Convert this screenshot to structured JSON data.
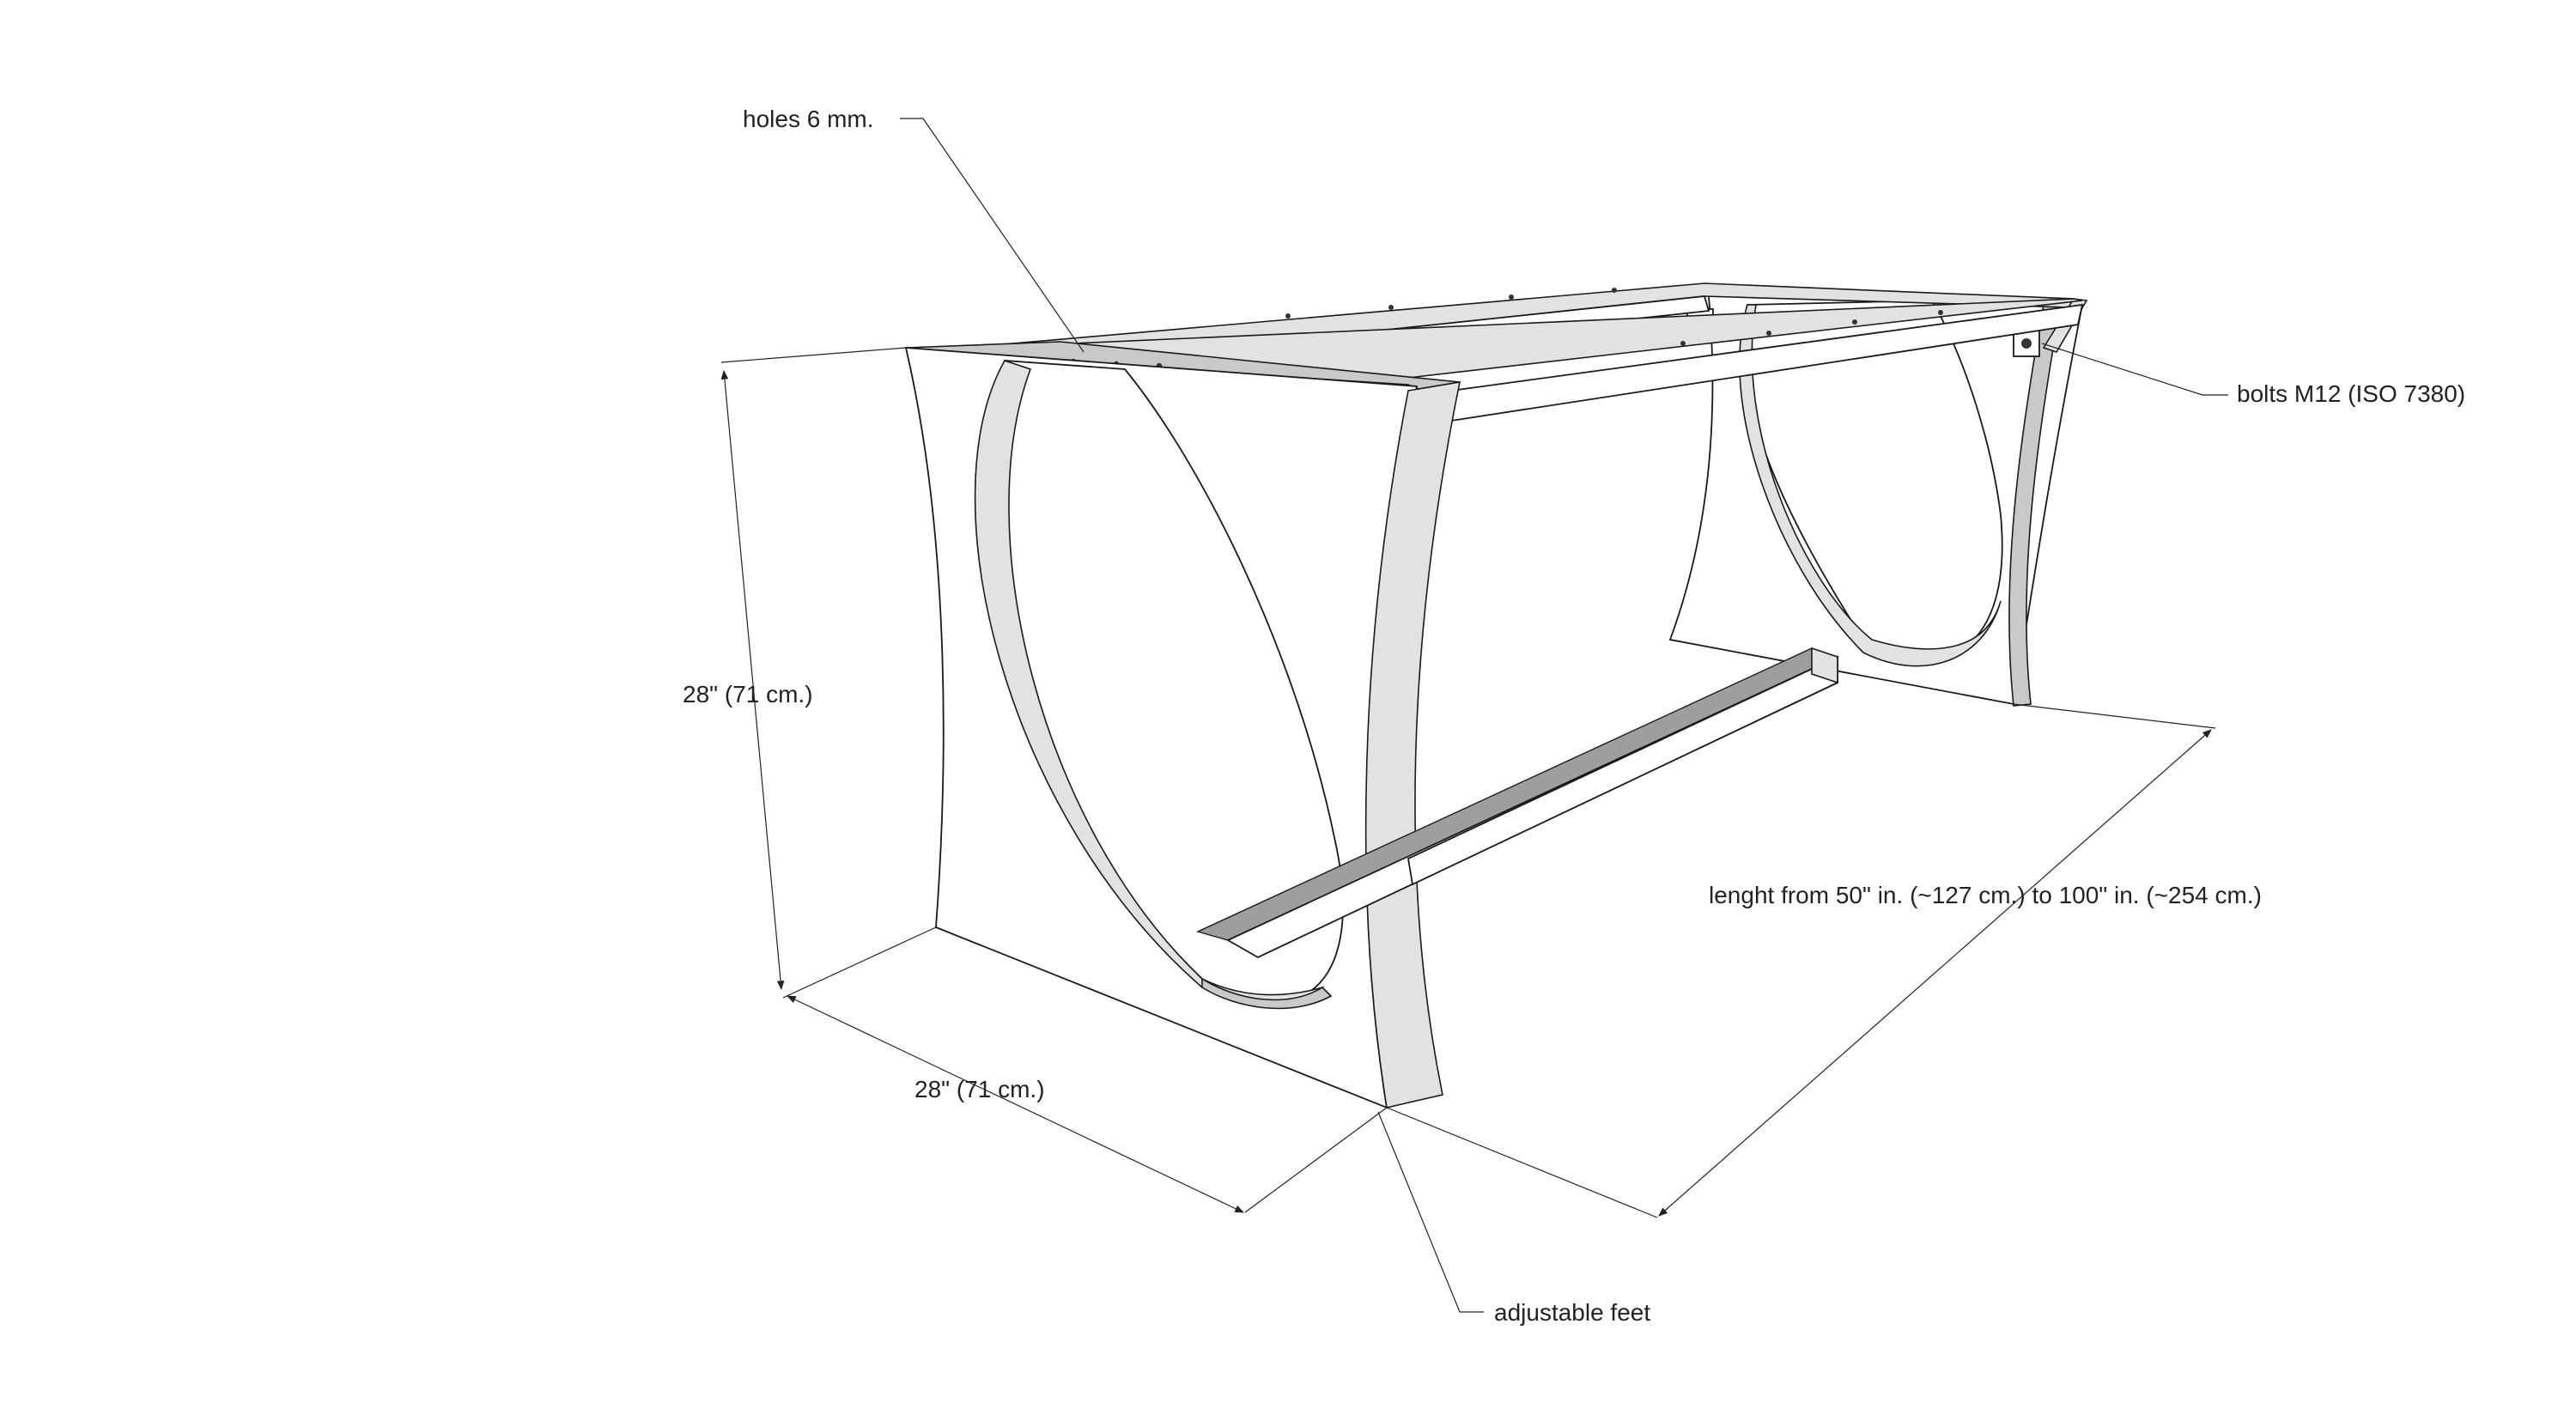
{
  "labels": {
    "holes": "holes 6 mm.",
    "bolts": "bolts M12 (ISO 7380)",
    "height": "28\" (71 cm.)",
    "width": "28\" (71 cm.)",
    "length": "lenght from 50\" in. (~127 cm.) to 100\" in. (~254 cm.)",
    "feet": "adjustable feet"
  }
}
